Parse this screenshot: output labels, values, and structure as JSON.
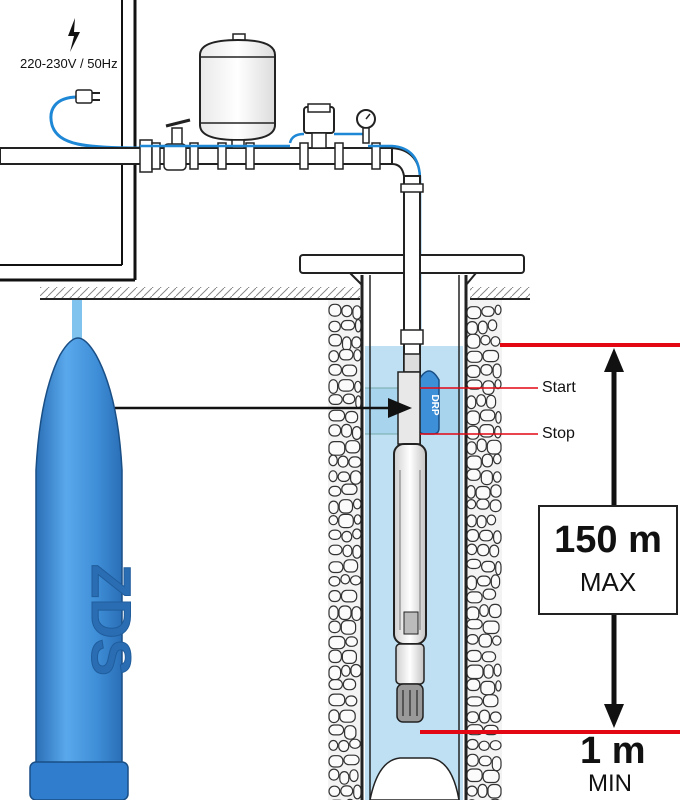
{
  "power": {
    "label": "220-230V / 50Hz"
  },
  "levels": {
    "start": "Start",
    "stop": "Stop"
  },
  "depth_max": {
    "value": "150 m",
    "word": "MAX"
  },
  "depth_min": {
    "value": "1 m",
    "word": "MIN"
  },
  "sensor": {
    "brand": "ZDS",
    "tag": "DRP"
  },
  "colors": {
    "water": "#bfe0f3",
    "sensor_blue": "#3d8fd8",
    "cable": "#1e88d6",
    "red_line": "#e30613",
    "ink": "#111111"
  }
}
